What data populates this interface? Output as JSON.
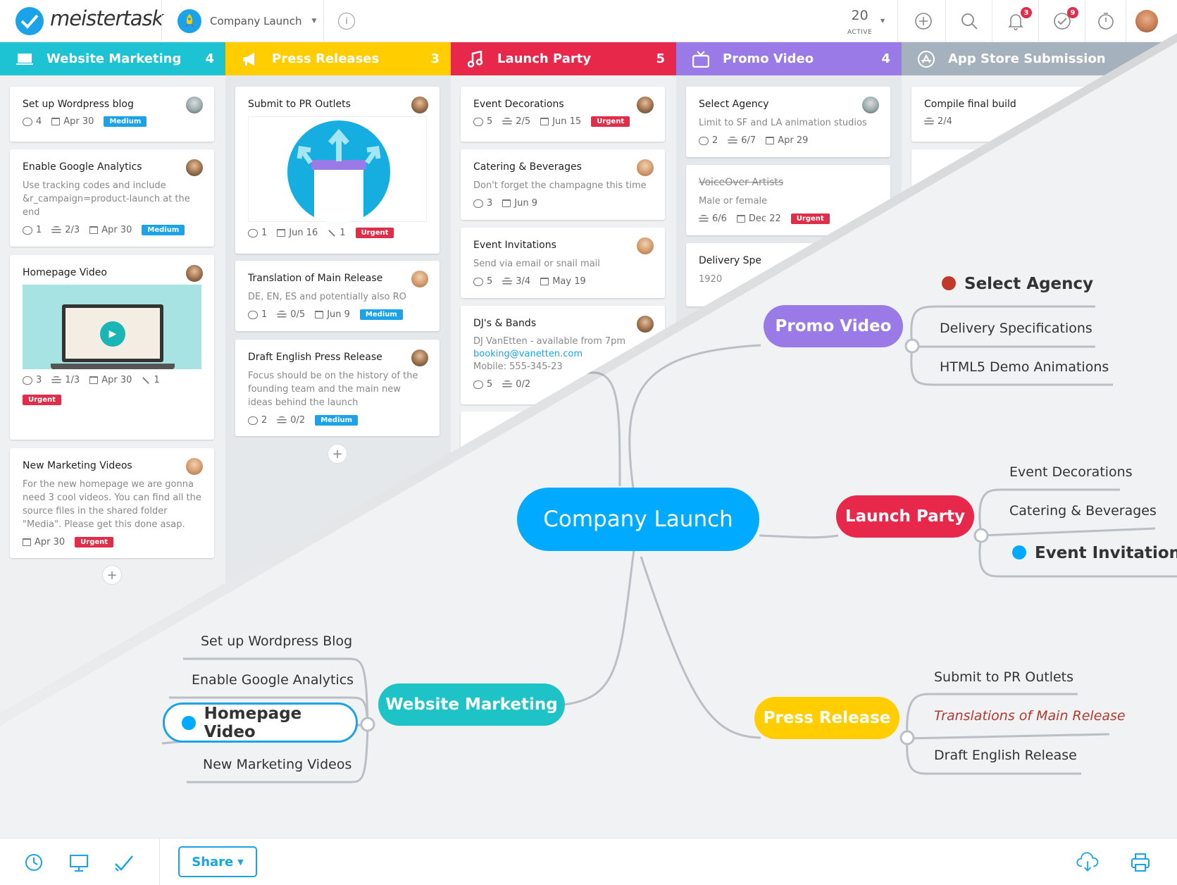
{
  "app": {
    "name": "meistertask"
  },
  "header": {
    "project": "Company Launch",
    "info": "i",
    "active_count": "20",
    "active_label": "ACTIVE",
    "notif_count": "3",
    "task_count": "9"
  },
  "columns": [
    {
      "title": "Website Marketing",
      "count": "4",
      "color": "#1ec3d3"
    },
    {
      "title": "Press Releases",
      "count": "3",
      "color": "#ffcd00"
    },
    {
      "title": "Launch Party",
      "count": "5",
      "color": "#e8284b"
    },
    {
      "title": "Promo Video",
      "count": "4",
      "color": "#9a7ae6"
    },
    {
      "title": "App Store Submission",
      "count": "",
      "color": "#a5b1bc"
    }
  ],
  "cards": {
    "c1": {
      "title": "Set up Wordpress blog",
      "comments": "4",
      "date": "Apr 30",
      "tag": "Medium"
    },
    "c2": {
      "title": "Enable Google Analytics",
      "desc": "Use tracking codes and include &r_campaign=product-launch at the end",
      "comments": "1",
      "checks": "2/3",
      "date": "Apr 30",
      "tag": "Medium"
    },
    "c3": {
      "title": "Homepage Video",
      "comments": "3",
      "checks": "1/3",
      "date": "Apr 30",
      "attach": "1",
      "tag": "Urgent"
    },
    "c4": {
      "title": "New Marketing Videos",
      "desc": "For the new homepage we are gonna need 3 cool videos. You can find all the source files in the shared folder \"Media\". Please get this done asap.",
      "date": "Apr 30",
      "tag": "Urgent"
    },
    "p1": {
      "title": "Submit to PR Outlets",
      "comments": "1",
      "date": "Jun 16",
      "attach": "1",
      "tag": "Urgent"
    },
    "p2": {
      "title": "Translation of Main Release",
      "desc": "DE, EN, ES and potentially also RO",
      "comments": "1",
      "checks": "0/5",
      "date": "Jun 9",
      "tag": "Medium"
    },
    "p3": {
      "title": "Draft English Press Release",
      "desc": "Focus should be on the history of the founding team and the main new ideas behind the launch",
      "comments": "2",
      "checks": "0/2",
      "tag": "Medium"
    },
    "l1": {
      "title": "Event Decorations",
      "comments": "5",
      "checks": "2/5",
      "date": "Jun 15",
      "tag": "Urgent"
    },
    "l2": {
      "title": "Catering & Beverages",
      "desc": "Don't forget the champagne this time",
      "comments": "3",
      "date": "Jun 9"
    },
    "l3": {
      "title": "Event Invitations",
      "desc": "Send via email or snail mail",
      "comments": "5",
      "checks": "3/4",
      "date": "May 19"
    },
    "l4": {
      "title": "DJ's & Bands",
      "desc1": "DJ VanEtten - available from 7pm",
      "desc2": "booking@vanetten.com",
      "desc3": "Mobile: 555-345-23",
      "comments": "5",
      "checks": "0/2"
    },
    "v1": {
      "title": "Select Agency",
      "desc": "Limit to SF and LA animation studios",
      "comments": "2",
      "checks": "6/7",
      "date": "Apr 29"
    },
    "v2": {
      "title": "VoiceOver Artists",
      "desc": "Male or female",
      "checks": "6/6",
      "date": "Dec 22",
      "tag": "Urgent"
    },
    "v3": {
      "title": "Delivery Spe",
      "desc": "1920"
    },
    "a1": {
      "title": "Compile final build",
      "checks": "2/4"
    }
  },
  "mindmap": {
    "center": "Company Launch",
    "promo": {
      "title": "Promo Video",
      "leaves": [
        "Select Agency",
        "Delivery Specifications",
        "HTML5 Demo Animations"
      ]
    },
    "party": {
      "title": "Launch Party",
      "leaves": [
        "Event Decorations",
        "Catering & Beverages",
        "Event Invitations"
      ]
    },
    "web": {
      "title": "Website Marketing",
      "leaves": [
        "Set up Wordpress Blog",
        "Enable Google Analytics",
        "Homepage Video",
        "New Marketing Videos"
      ]
    },
    "press": {
      "title": "Press Release",
      "leaves": [
        "Submit to PR Outlets",
        "Translations of Main Release",
        "Draft English Release"
      ]
    }
  },
  "bottombar": {
    "share": "Share"
  },
  "colors": {
    "accent": "#1aa3e8",
    "center": "#00aaff",
    "promo": "#9a7ae6",
    "party": "#e8284b",
    "web": "#1ec3c7",
    "press": "#ffcd00",
    "red_dot": "#c0392b"
  }
}
